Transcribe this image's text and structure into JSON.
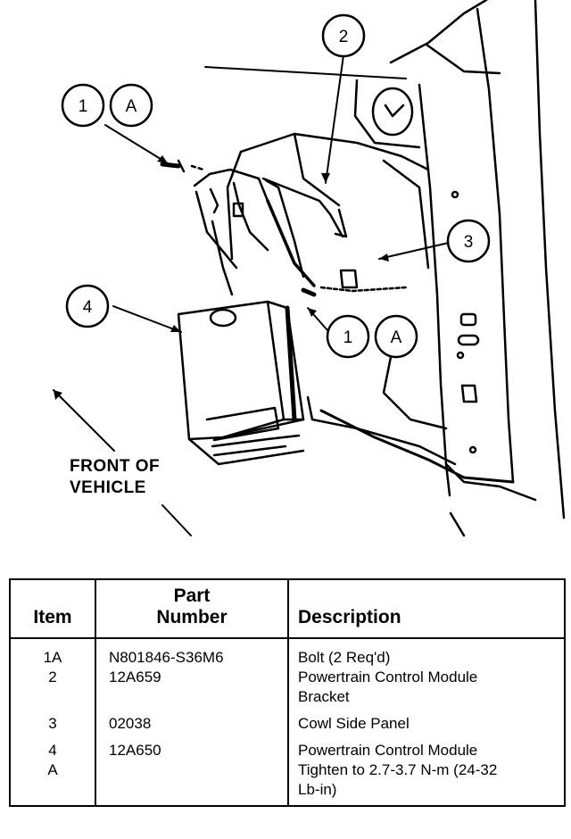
{
  "callouts": {
    "c1a_top": {
      "num": "1",
      "letter": "A"
    },
    "c2": {
      "num": "2"
    },
    "c3": {
      "num": "3"
    },
    "c4": {
      "num": "4"
    },
    "c1a_mid": {
      "num": "1",
      "letter": "A"
    }
  },
  "front_label": "FRONT OF\nVEHICLE",
  "table": {
    "headers": {
      "item": "Item",
      "part_number": "Part\nNumber",
      "description": "Description"
    },
    "rows": [
      {
        "item": "1A",
        "part_number": "N801846-S36M6",
        "description": "Bolt (2 Req'd)"
      },
      {
        "item": "2",
        "part_number": "12A659",
        "description": "Powertrain Control Module\nBracket"
      },
      {
        "item": "3",
        "part_number": "02038",
        "description": "Cowl Side Panel"
      },
      {
        "item": "4",
        "part_number": "12A650",
        "description": "Powertrain Control Module"
      },
      {
        "item": "A",
        "part_number": "",
        "description": "Tighten to 2.7-3.7 N-m (24-32\nLb-in)"
      }
    ]
  }
}
